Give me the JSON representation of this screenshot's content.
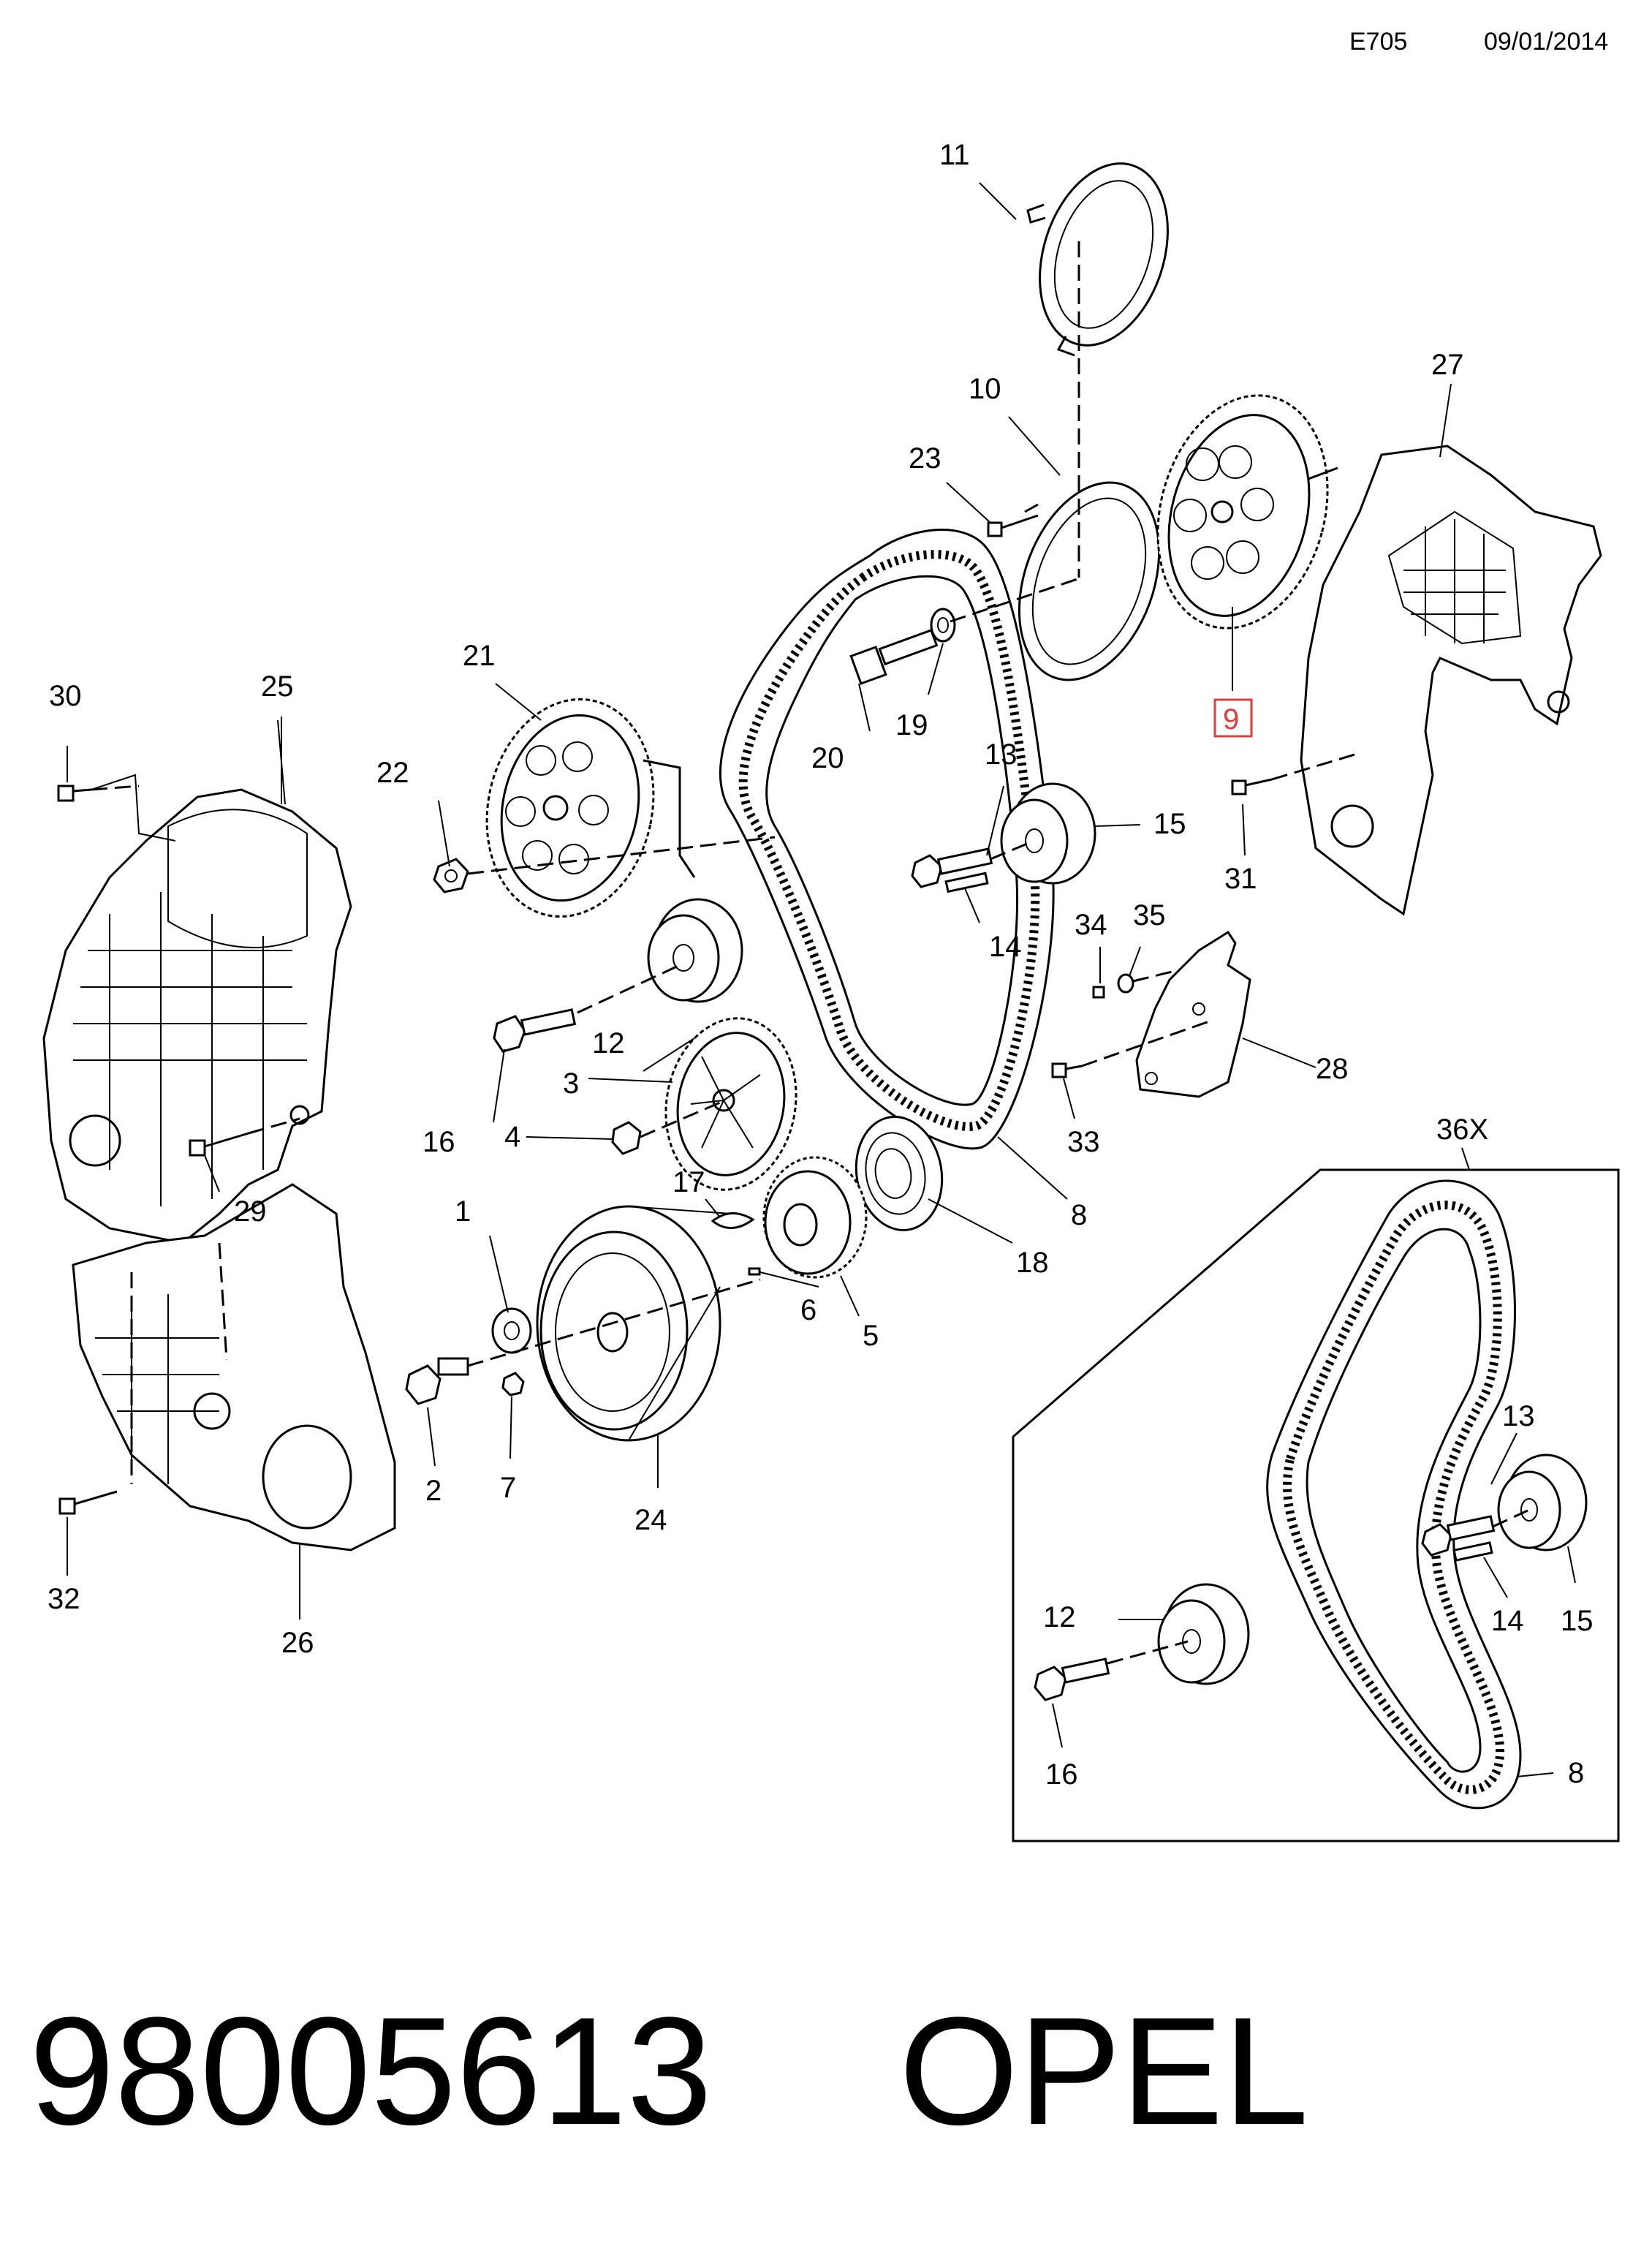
{
  "header": {
    "code": "E705",
    "date": "09/01/2014"
  },
  "footer": {
    "part_number": "98005613",
    "brand": "OPEL"
  },
  "inset": {
    "label": "36X"
  },
  "highlight_color": "#e03c3c",
  "callouts": [
    {
      "id": "c1",
      "label": "1"
    },
    {
      "id": "c2",
      "label": "2"
    },
    {
      "id": "c3",
      "label": "3"
    },
    {
      "id": "c4",
      "label": "4"
    },
    {
      "id": "c5",
      "label": "5"
    },
    {
      "id": "c6",
      "label": "6"
    },
    {
      "id": "c7",
      "label": "7"
    },
    {
      "id": "c8",
      "label": "8"
    },
    {
      "id": "c9",
      "label": "9",
      "highlighted": true
    },
    {
      "id": "c10",
      "label": "10"
    },
    {
      "id": "c11",
      "label": "11"
    },
    {
      "id": "c12",
      "label": "12"
    },
    {
      "id": "c13",
      "label": "13"
    },
    {
      "id": "c14",
      "label": "14"
    },
    {
      "id": "c15",
      "label": "15"
    },
    {
      "id": "c16",
      "label": "16"
    },
    {
      "id": "c17",
      "label": "17"
    },
    {
      "id": "c18",
      "label": "18"
    },
    {
      "id": "c19",
      "label": "19"
    },
    {
      "id": "c20",
      "label": "20"
    },
    {
      "id": "c21",
      "label": "21"
    },
    {
      "id": "c22",
      "label": "22"
    },
    {
      "id": "c23",
      "label": "23"
    },
    {
      "id": "c24",
      "label": "24"
    },
    {
      "id": "c25",
      "label": "25"
    },
    {
      "id": "c26",
      "label": "26"
    },
    {
      "id": "c27",
      "label": "27"
    },
    {
      "id": "c28",
      "label": "28"
    },
    {
      "id": "c29",
      "label": "29"
    },
    {
      "id": "c30",
      "label": "30"
    },
    {
      "id": "c31",
      "label": "31"
    },
    {
      "id": "c32",
      "label": "32"
    },
    {
      "id": "c33",
      "label": "33"
    },
    {
      "id": "c34",
      "label": "34"
    },
    {
      "id": "c35",
      "label": "35"
    },
    {
      "id": "i12",
      "label": "12"
    },
    {
      "id": "i13",
      "label": "13"
    },
    {
      "id": "i14",
      "label": "14"
    },
    {
      "id": "i15",
      "label": "15"
    },
    {
      "id": "i16",
      "label": "16"
    },
    {
      "id": "i8",
      "label": "8"
    }
  ]
}
